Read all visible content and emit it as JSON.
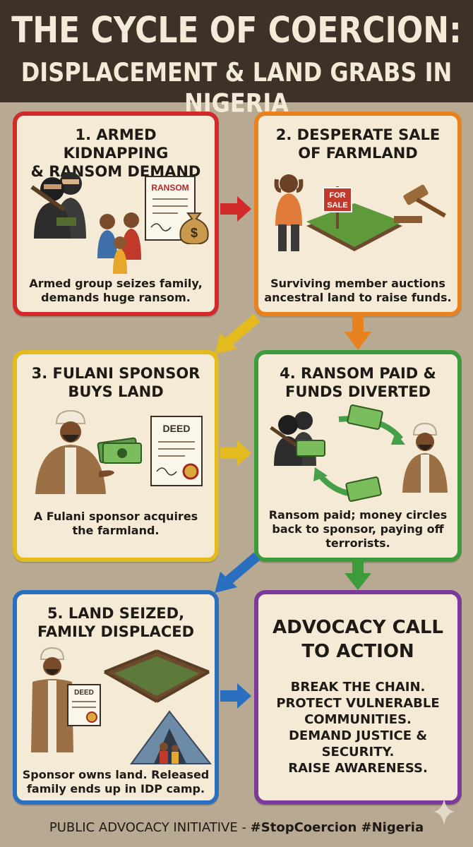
{
  "header": {
    "title_line1": "THE CYCLE OF COERCION:",
    "title_line2": "DISPLACEMENT & LAND GRABS IN NIGERIA"
  },
  "colors": {
    "step1": "#d02a2a",
    "step2": "#e8821e",
    "step3": "#e3bb1f",
    "step4": "#3d9b3b",
    "step5": "#2a6fbf",
    "advocacy": "#7b3a99"
  },
  "steps": [
    {
      "title_line1": "1. ARMED KIDNAPPING",
      "title_line2": "& RANSOM DEMAND",
      "caption_line1": "Armed group seizes family,",
      "caption_line2": "demands huge ransom.",
      "note_label": "RANSOM",
      "icons": [
        "armed-men-icon",
        "family-icon",
        "ransom-note-icon",
        "money-bag-icon"
      ]
    },
    {
      "title_line1": "2. DESPERATE SALE",
      "title_line2": "OF FARMLAND",
      "caption_line1": "Surviving member auctions",
      "caption_line2": "ancestral land to raise funds.",
      "sign_label_line1": "FOR",
      "sign_label_line2": "SALE",
      "icons": [
        "distressed-man-icon",
        "farmland-icon",
        "gavel-icon"
      ]
    },
    {
      "title_line1": "3. FULANI SPONSOR",
      "title_line2": "BUYS LAND",
      "caption_line1": "A Fulani sponsor acquires",
      "caption_line2": "the farmland.",
      "deed_label": "DEED",
      "icons": [
        "sponsor-icon",
        "cash-icon",
        "deed-icon"
      ]
    },
    {
      "title_line1": "4. RANSOM PAID &",
      "title_line2": "FUNDS DIVERTED",
      "caption_line1": "Ransom paid; money circles",
      "caption_line2": "back to sponsor, paying off",
      "caption_line3": "terrorists.",
      "icons": [
        "armed-men-icon",
        "cash-cycle-icon",
        "sponsor-icon"
      ]
    },
    {
      "title_line1": "5. LAND SEIZED,",
      "title_line2": "FAMILY DISPLACED",
      "caption_line1": "Sponsor owns land. Released",
      "caption_line2": "family ends up in IDP camp.",
      "deed_label": "DEED",
      "icons": [
        "sponsor-icon",
        "fenced-field-icon",
        "tent-icon"
      ]
    }
  ],
  "advocacy": {
    "title_line1": "ADVOCACY CALL",
    "title_line2": "TO ACTION",
    "lines": [
      "BREAK THE CHAIN.",
      "PROTECT VULNERABLE",
      "COMMUNITIES.",
      "DEMAND JUSTICE &",
      "SECURITY.",
      "RAISE AWARENESS."
    ]
  },
  "footer": {
    "org": "PUBLIC ADVOCACY INITIATIVE - ",
    "tags": "#StopCoercion #Nigeria"
  }
}
